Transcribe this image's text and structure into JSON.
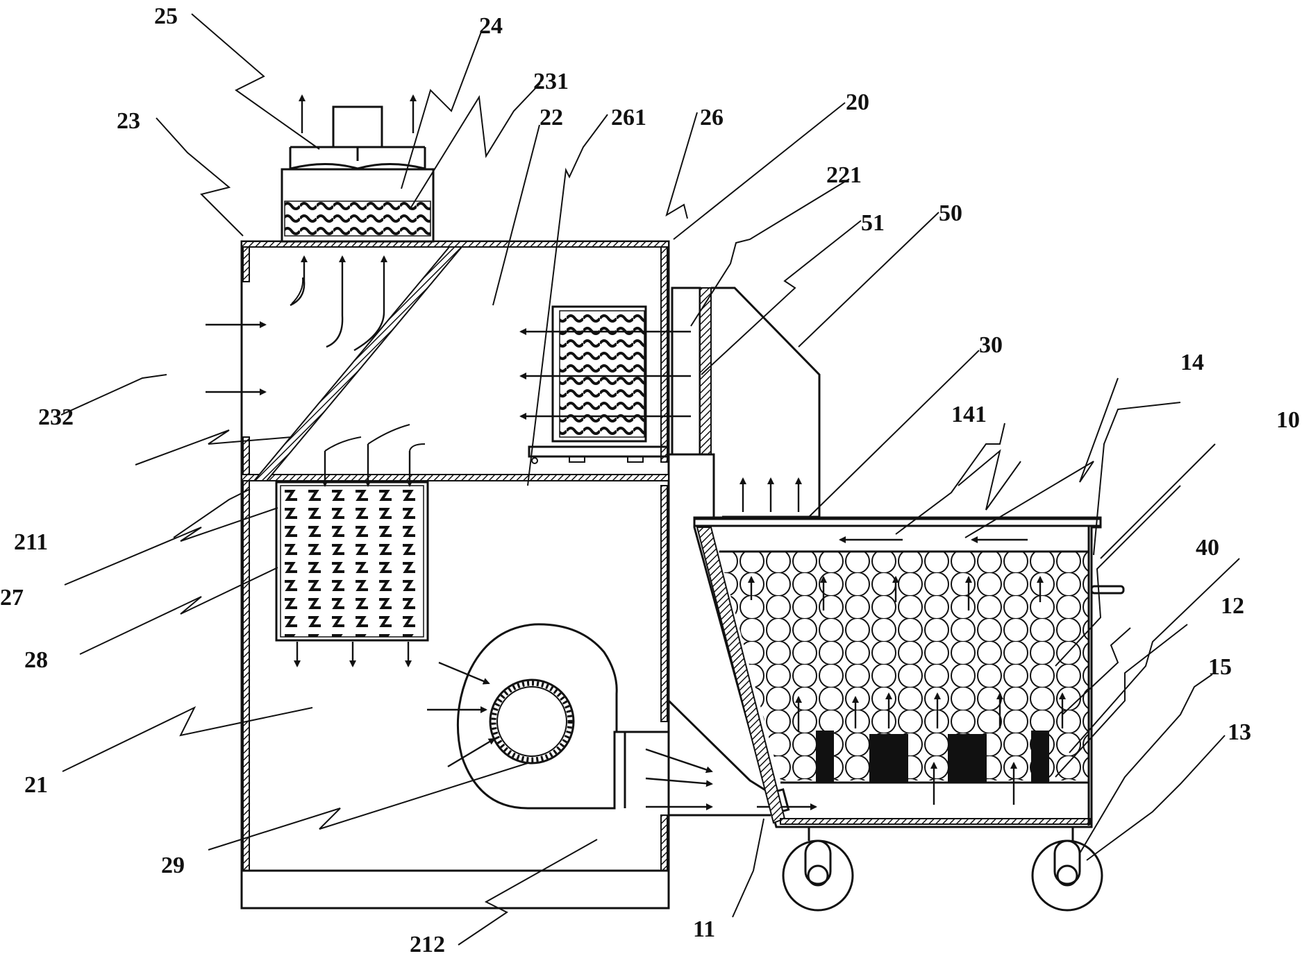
{
  "labels": {
    "l25": "25",
    "l24": "24",
    "l231": "231",
    "l23": "23",
    "l22": "22",
    "l261": "261",
    "l26": "26",
    "l20": "20",
    "l221": "221",
    "l51": "51",
    "l50": "50",
    "l30": "30",
    "l14": "14",
    "l141": "141",
    "l10": "10",
    "l232": "232",
    "l211": "211",
    "l27": "27",
    "l28": "28",
    "l40": "40",
    "l12": "12",
    "l15": "15",
    "l13": "13",
    "l21": "21",
    "l29": "29",
    "l212": "212",
    "l11": "11"
  }
}
